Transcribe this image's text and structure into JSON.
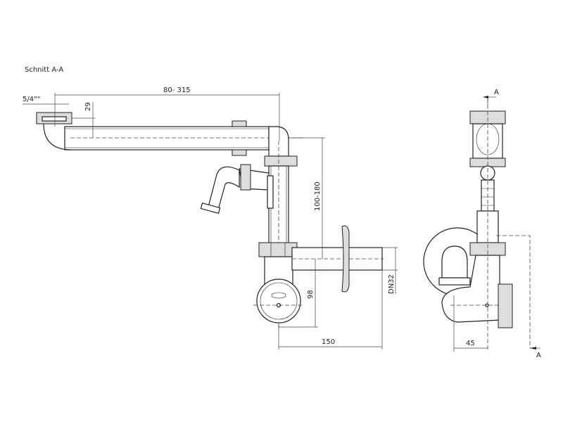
{
  "title": "Schnitt A-A",
  "dimensions": {
    "thread": "5/4\"\"",
    "length_range": "80- 315",
    "offset": "29",
    "height_range": "100-180",
    "trap_height": "98",
    "outlet_size": "DN32",
    "outlet_length": "150",
    "side_offset": "45"
  },
  "section_marks": {
    "top": "A",
    "bottom": "A"
  }
}
